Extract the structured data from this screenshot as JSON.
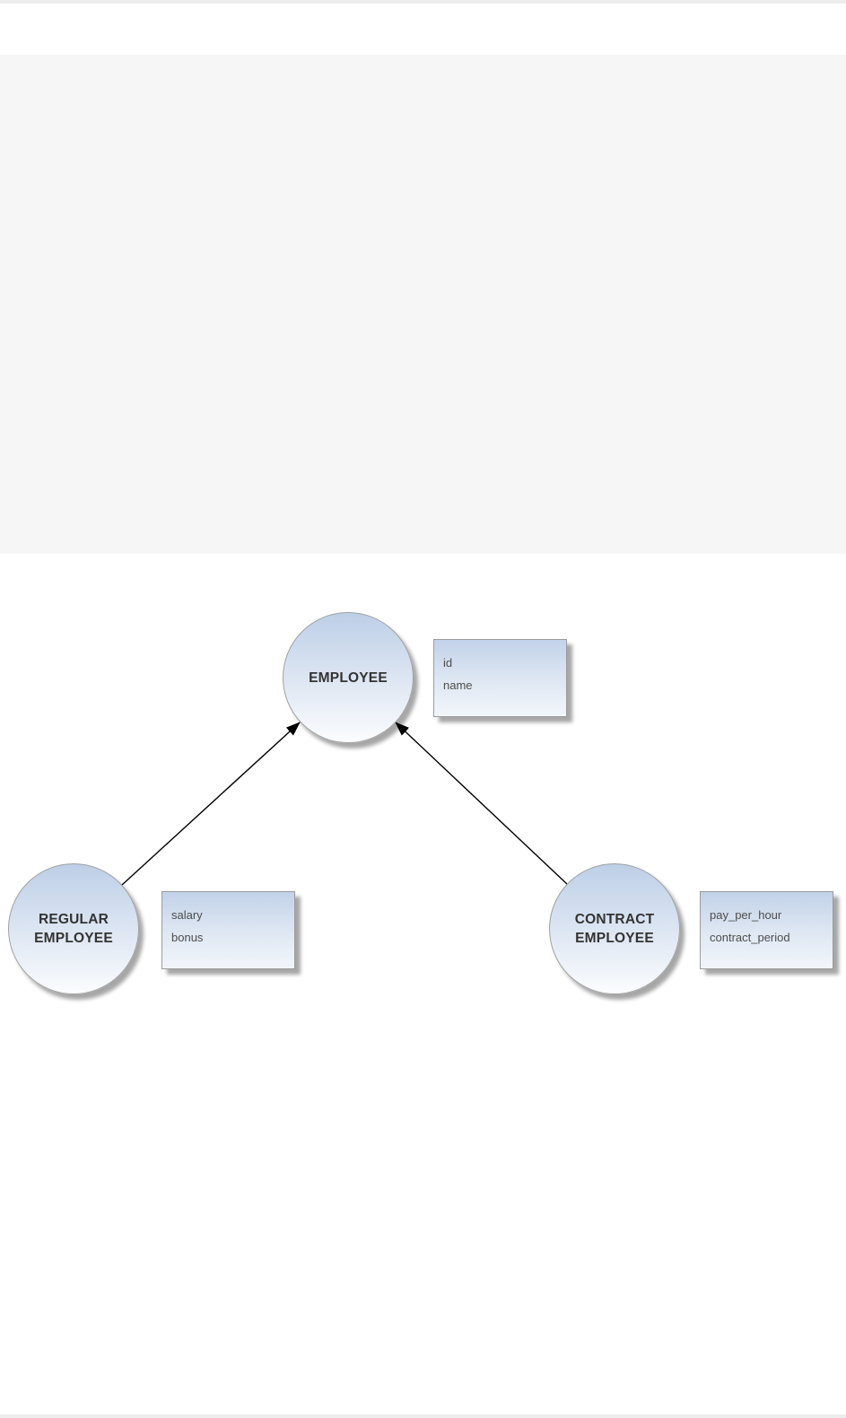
{
  "diagram": {
    "nodes": [
      {
        "id": "employee",
        "label": "EMPLOYEE"
      },
      {
        "id": "regular-employee",
        "label": "REGULAR EMPLOYEE"
      },
      {
        "id": "contract-employee",
        "label": "CONTRACT EMPLOYEE"
      }
    ],
    "attribute_boxes": [
      {
        "node": "employee",
        "attributes": [
          "id",
          "name"
        ]
      },
      {
        "node": "regular-employee",
        "attributes": [
          "salary",
          "bonus"
        ]
      },
      {
        "node": "contract-employee",
        "attributes": [
          "pay_per_hour",
          "contract_period"
        ]
      }
    ],
    "edges": [
      {
        "from": "regular-employee",
        "to": "employee",
        "style": "solid-line-filled-arrow"
      },
      {
        "from": "contract-employee",
        "to": "employee",
        "style": "solid-line-filled-arrow"
      }
    ],
    "colors": {
      "node_fill_top": "#bdcfe7",
      "node_fill_bottom": "#fbfcfe",
      "node_border": "#a0a0a0",
      "edge": "#000000",
      "node_label_text": "#333333",
      "attribute_text": "#4d4d4d",
      "panel_background": "#f6f6f7",
      "page_background": "#ffffff"
    }
  }
}
